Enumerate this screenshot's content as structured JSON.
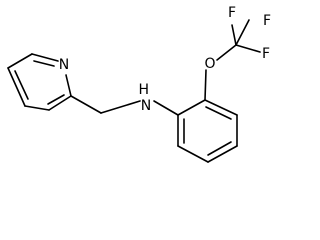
{
  "atoms": {
    "pyridine_n": "N",
    "amine_nh": "H\nN",
    "ether_o": "O",
    "fluorine_top": "F",
    "fluorine_right": "F",
    "fluorine_bottom": "F"
  }
}
